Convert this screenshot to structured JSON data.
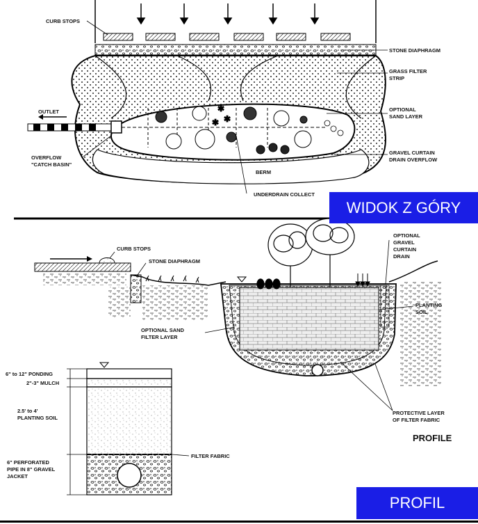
{
  "plan": {
    "labels": {
      "curb_stops": "CURB STOPS",
      "stone_diaphragm": "STONE DIAPHRAGM",
      "grass_filter_strip_1": "GRASS FILTER",
      "grass_filter_strip_2": "STRIP",
      "outlet": "OUTLET",
      "optional_sand_1": "OPTIONAL",
      "optional_sand_2": "SAND LAYER",
      "overflow_1": "OVERFLOW",
      "overflow_2": "\"CATCH BASIN\"",
      "gravel_curtain_1": "GRAVEL CURTAIN",
      "gravel_curtain_2": "DRAIN OVERFLOW",
      "berm": "BERM",
      "underdrain": "UNDERDRAIN COLLECT"
    },
    "banner": "WIDOK Z GÓRY"
  },
  "profile": {
    "labels": {
      "curb_stops": "CURB STOPS",
      "stone_diaphragm": "STONE DIAPHRAGM",
      "optional_gravel_1": "OPTIONAL",
      "optional_gravel_2": "GRAVEL",
      "optional_gravel_3": "CURTAIN",
      "optional_gravel_4": "DRAIN",
      "planting_soil_1": "PLANTING",
      "planting_soil_2": "SOIL",
      "optional_sand_1": "OPTIONAL SAND",
      "optional_sand_2": "FILTER LAYER",
      "protective_1": "PROTECTIVE LAYER",
      "protective_2": "OF FILTER FABRIC",
      "profile_title": "PROFILE",
      "ponding": "6\" to 12\" PONDING",
      "mulch": "2\"-3\" MULCH",
      "planting_soil_depth_1": "2.5' to 4'",
      "planting_soil_depth_2": "PLANTING SOIL",
      "filter_fabric": "FILTER FABRIC",
      "pipe_1": "6\" PERFORATED",
      "pipe_2": "PIPE IN 8\" GRAVEL",
      "pipe_3": "JACKET"
    },
    "banner": "PROFIL"
  }
}
